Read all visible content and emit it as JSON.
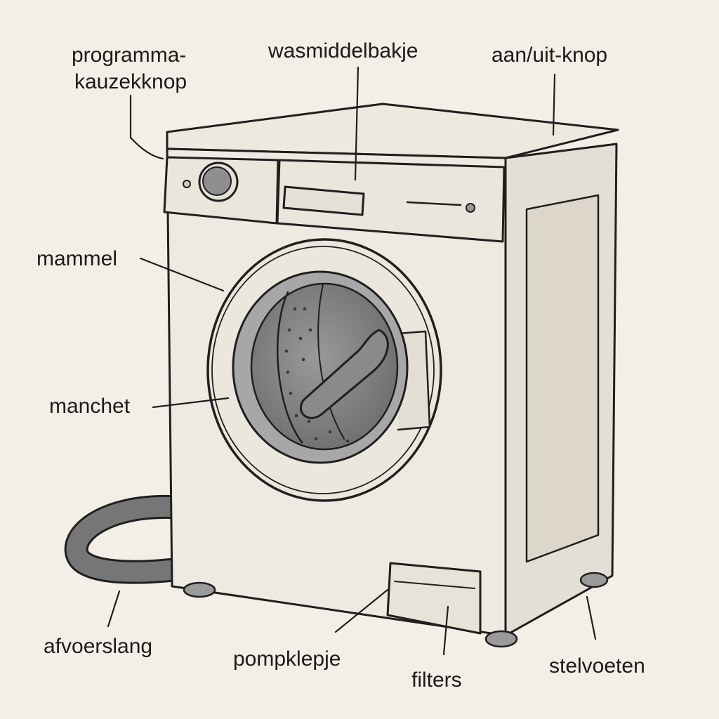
{
  "labels": {
    "program_knob": [
      "programma-",
      "kauzekknop"
    ],
    "detergent_drawer": "wasmiddelbakje",
    "power_button": "aan/uit-knop",
    "drum": "mammel",
    "door_seal": "manchet",
    "drain_hose": "afvoerslang",
    "pump_flap": "pompklepje",
    "filters": "filters",
    "feet": "stelvoeten"
  },
  "colors": {
    "background": "#f3efe7",
    "ink": "#1f1f1f",
    "body": "#ece7dd",
    "drum": "#8e8e8e",
    "hose": "#6f6f6f"
  }
}
